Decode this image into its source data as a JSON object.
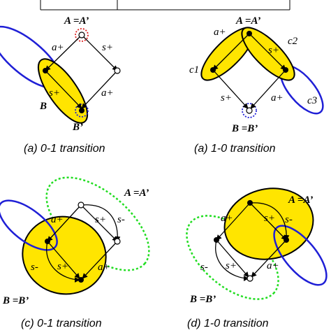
{
  "panels": {
    "a": {
      "caption": "(a) 0-1 transition",
      "top_label": "A =A’",
      "bottom_label": "B’",
      "left_label": "B",
      "edges": [
        "a+",
        "s+",
        "s+",
        "a+"
      ]
    },
    "b": {
      "caption": "(a) 1-0 transition",
      "top_label": "A =A’",
      "bottom_label": "B =B’",
      "edges": [
        "a+",
        "s+",
        "s+",
        "a+"
      ],
      "circles": [
        "c1",
        "c2",
        "c3"
      ]
    },
    "c": {
      "caption": "(c) 0-1 transition",
      "top_label": "A =A’",
      "bottom_label": "B =B’",
      "edges": [
        "a+",
        "s+",
        "s-",
        "a+",
        "s+",
        "s-"
      ]
    },
    "d": {
      "caption": "(d) 1-0 transition",
      "top_label": "A =A’",
      "bottom_label": "B =B’",
      "edges": [
        "a+",
        "s+",
        "s-",
        "a+",
        "s+",
        "s-"
      ]
    }
  },
  "colors": {
    "yellow": "#ffe500",
    "blue": "#1f1fd6",
    "green": "#22dd22",
    "red": "#dd2222"
  }
}
